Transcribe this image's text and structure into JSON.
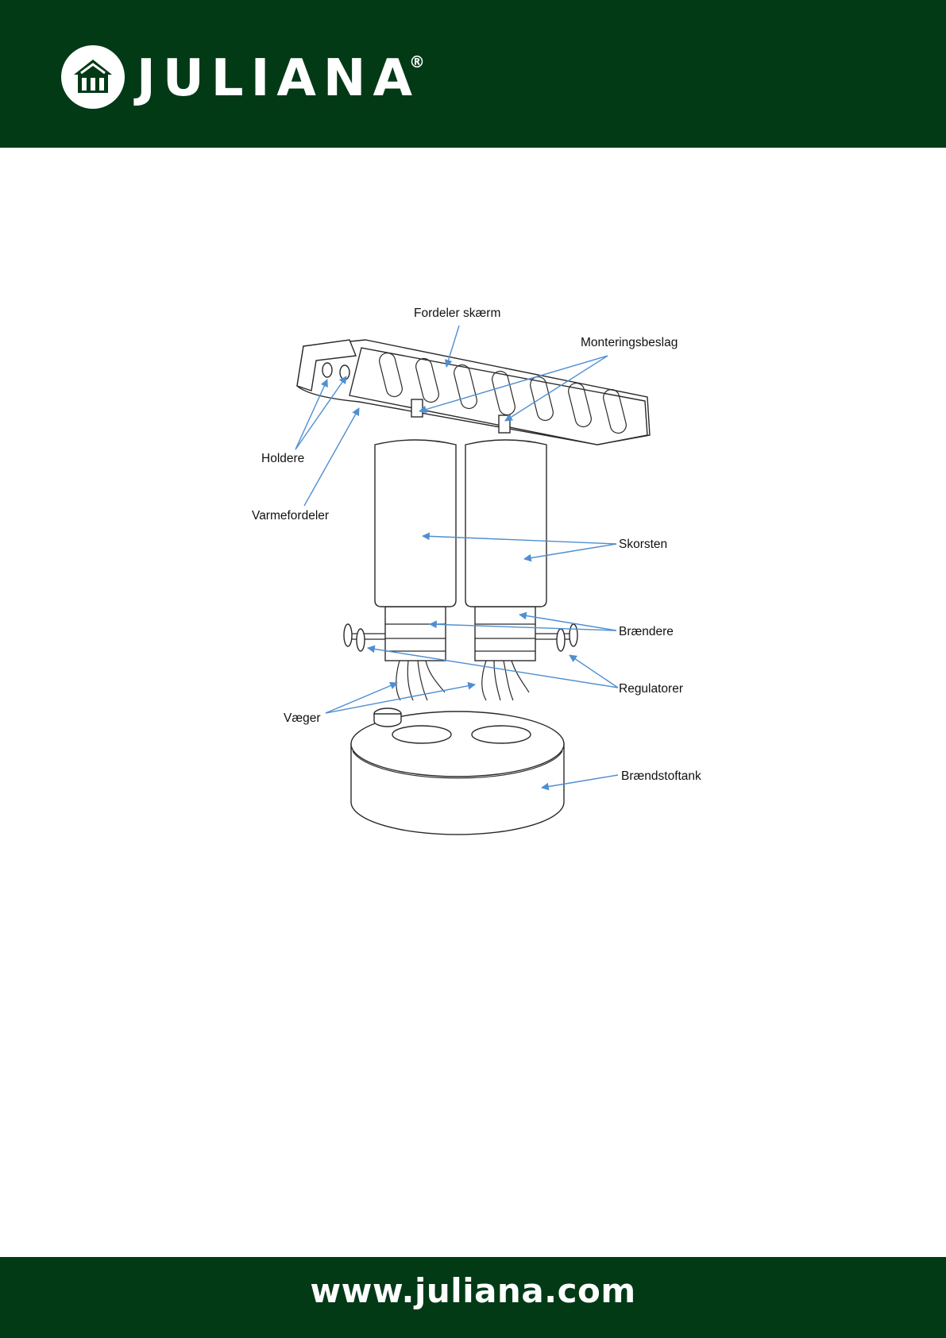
{
  "header": {
    "brand_name": "JULIANA",
    "registered_mark": "®",
    "logo_icon": "greenhouse-icon"
  },
  "diagram": {
    "labels": {
      "fordeler_skaerm": "Fordeler skærm",
      "monteringsbeslag": "Monteringsbeslag",
      "holdere": "Holdere",
      "varmefordeler": "Varmefordeler",
      "skorsten": "Skorsten",
      "braendere": "Brændere",
      "regulatorer": "Regulatorer",
      "vaeger": "Væger",
      "braendstoftank": "Brændstoftank"
    }
  },
  "footer": {
    "url": "www.juliana.com"
  },
  "colors": {
    "brand": "#023a16",
    "arrow": "#4f8fd1"
  }
}
